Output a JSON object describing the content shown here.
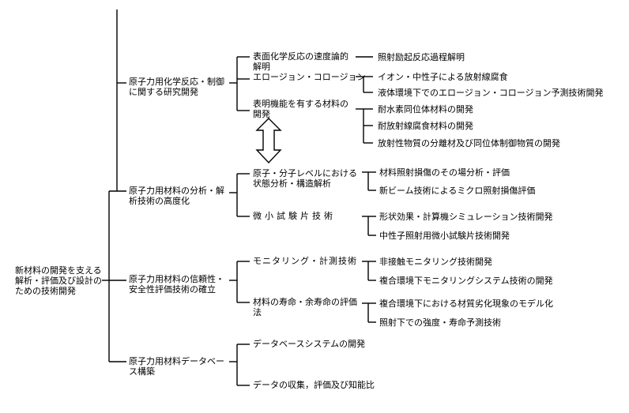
{
  "root": "新材料の開発を支える解析・評価及び設計のための技術開発",
  "level1": {
    "chem": "原子力用化学反応・制御に関する研究開発",
    "analysis": "原子力用材料の分析・解析技術の高度化",
    "reliability": "原子力用材料の信頼性・安全性評価技術の確立",
    "database": "原子力用材料データベース構築"
  },
  "level2": {
    "surface": "表面化学反応の速度論的解明",
    "erosion": "エロージョン・コロージョン",
    "func": "表明機能を有する材料の開発",
    "atomic": "原子・分子レベルにおける状態分析・構造解析",
    "micro": "微小試験片技術",
    "monitor": "モニタリング・計測技術",
    "life": "材料の寿命・余寿命の評価法",
    "dbsys": "データベースシステムの開発",
    "collect": "データの収集，評価及び知能比"
  },
  "level3": {
    "radexc": "照射励起反応過程解明",
    "ion": "イオン・中性子による放射線腐食",
    "liquid": "液体環境下でのエロージョン・コロージョン予測技術開発",
    "hydrogen": "耐水素同位体材料の開発",
    "radcorr": "耐放射線腐食材料の開発",
    "separation": "放射性物質の分離材及び同位体制御物質の開発",
    "insitu": "材料照射損傷のその場分析・評価",
    "beam": "新ビーム技術によるミクロ照射損傷評価",
    "shape": "形状効果・計算機シミュレーション技術開発",
    "neutron": "中性子照射用微小試験片技術開発",
    "noncontact": "非接触モニタリング技術開発",
    "complexmon": "複合環境下モニタリングシステム技術の開発",
    "degrade": "複合環境下における材質劣化現象のモデル化",
    "strength": "照射下での強度・寿命予測技術"
  }
}
